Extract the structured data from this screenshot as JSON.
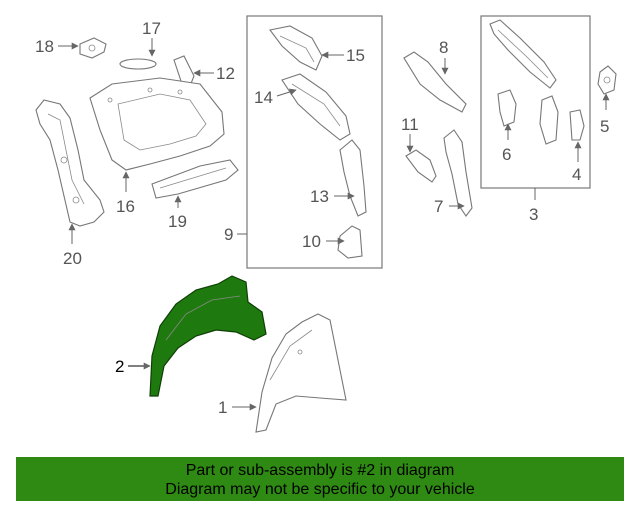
{
  "diagram": {
    "highlight_part": "2",
    "highlight_color": "#1e7a0e",
    "callouts": [
      "1",
      "2",
      "3",
      "4",
      "5",
      "6",
      "7",
      "8",
      "9",
      "10",
      "11",
      "12",
      "13",
      "14",
      "15",
      "16",
      "17",
      "18",
      "19",
      "20"
    ]
  },
  "banner": {
    "line1": "Part or sub-assembly is #2 in diagram",
    "line2": "Diagram may not be specific to your vehicle",
    "background": "#2e8a12"
  }
}
